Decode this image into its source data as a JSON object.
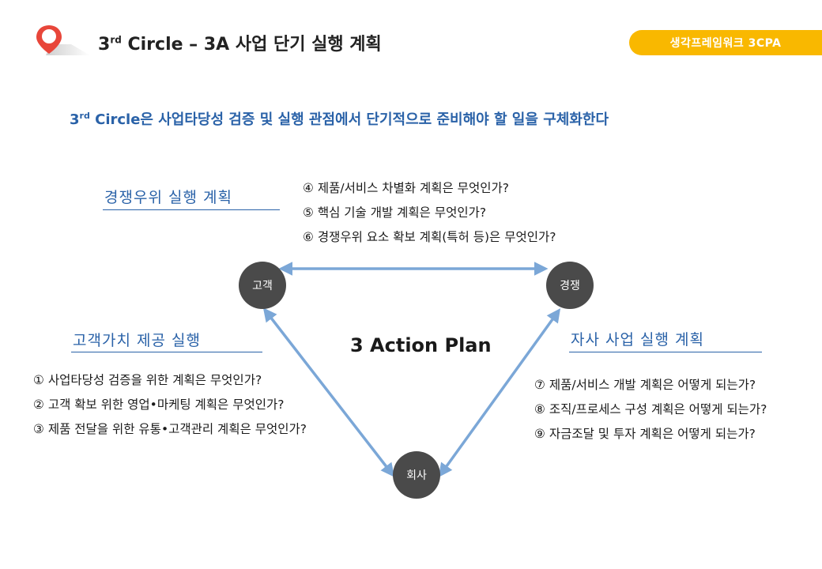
{
  "header": {
    "title_prefix": "3",
    "title_sup": "rd",
    "title_rest": " Circle – 3A 사업 단기 실행 계획",
    "brand": "생각프레임워크 3CPA"
  },
  "subtitle": {
    "prefix": "3",
    "sup": "rd",
    "rest": " Circle은 사업타당성 검증 및 실행 관점에서 단기적으로 준비해야 할 일을 구체화한다"
  },
  "center_title": "3 Action Plan",
  "nodes": {
    "customer": "고객",
    "competition": "경쟁",
    "company": "회사"
  },
  "sections": {
    "competitive": {
      "heading": "경쟁우위 실행 계획",
      "questions": [
        "④  제품/서비스 차별화 계획은 무엇인가?",
        "⑤  핵심 기술 개발 계획은 무엇인가?",
        "⑥  경쟁우위 요소 확보 계획(특허 등)은 무엇인가?"
      ]
    },
    "customer_value": {
      "heading": "고객가치 제공 실행",
      "questions": [
        "①  사업타당성 검증을 위한 계획은 무엇인가?",
        "②  고객 확보 위한 영업•마케팅 계획은 무엇인가?",
        "③  제품 전달을 위한 유통•고객관리 계획은 무엇인가?"
      ]
    },
    "company_business": {
      "heading": "자사 사업 실행 계획",
      "questions": [
        "⑦  제품/서비스 개발 계획은 어떻게 되는가?",
        "⑧  조직/프로세스 구성 계획은 어떻게 되는가?",
        "⑨  자금조달 및 투자 계획은 어떻게 되는가?"
      ]
    }
  },
  "colors": {
    "accent_blue": "#2a62a8",
    "arrow_blue": "#7ba7d7",
    "node_gray": "#4a4a4a",
    "brand_yellow": "#f9b800",
    "pin_red": "#e8463a"
  }
}
